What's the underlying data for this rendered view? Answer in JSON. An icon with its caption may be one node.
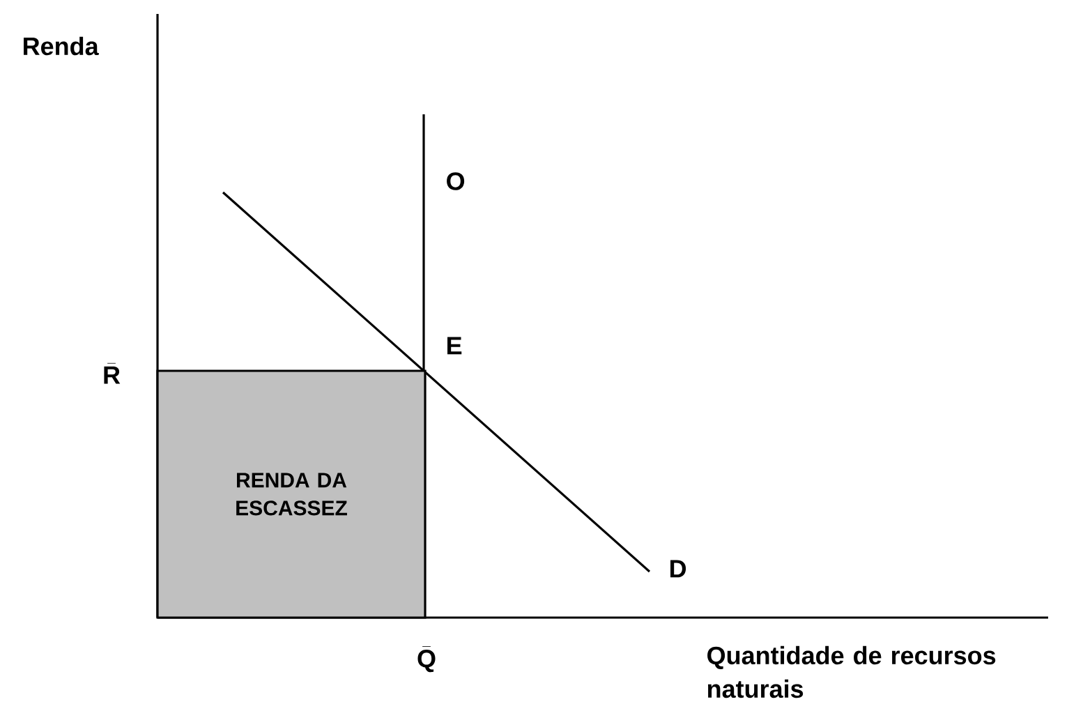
{
  "diagram": {
    "nodes": [
      {
        "text": [
          "RENDA DA ESCASSEZ"
        ]
      }
    ],
    "labels": [
      "Renda",
      "O",
      "E",
      "\\bar{\\textbf{R}}",
      "D",
      "\\bar{\\textbf{Q}}",
      "Quantidade de recursos naturais"
    ]
  }
}
